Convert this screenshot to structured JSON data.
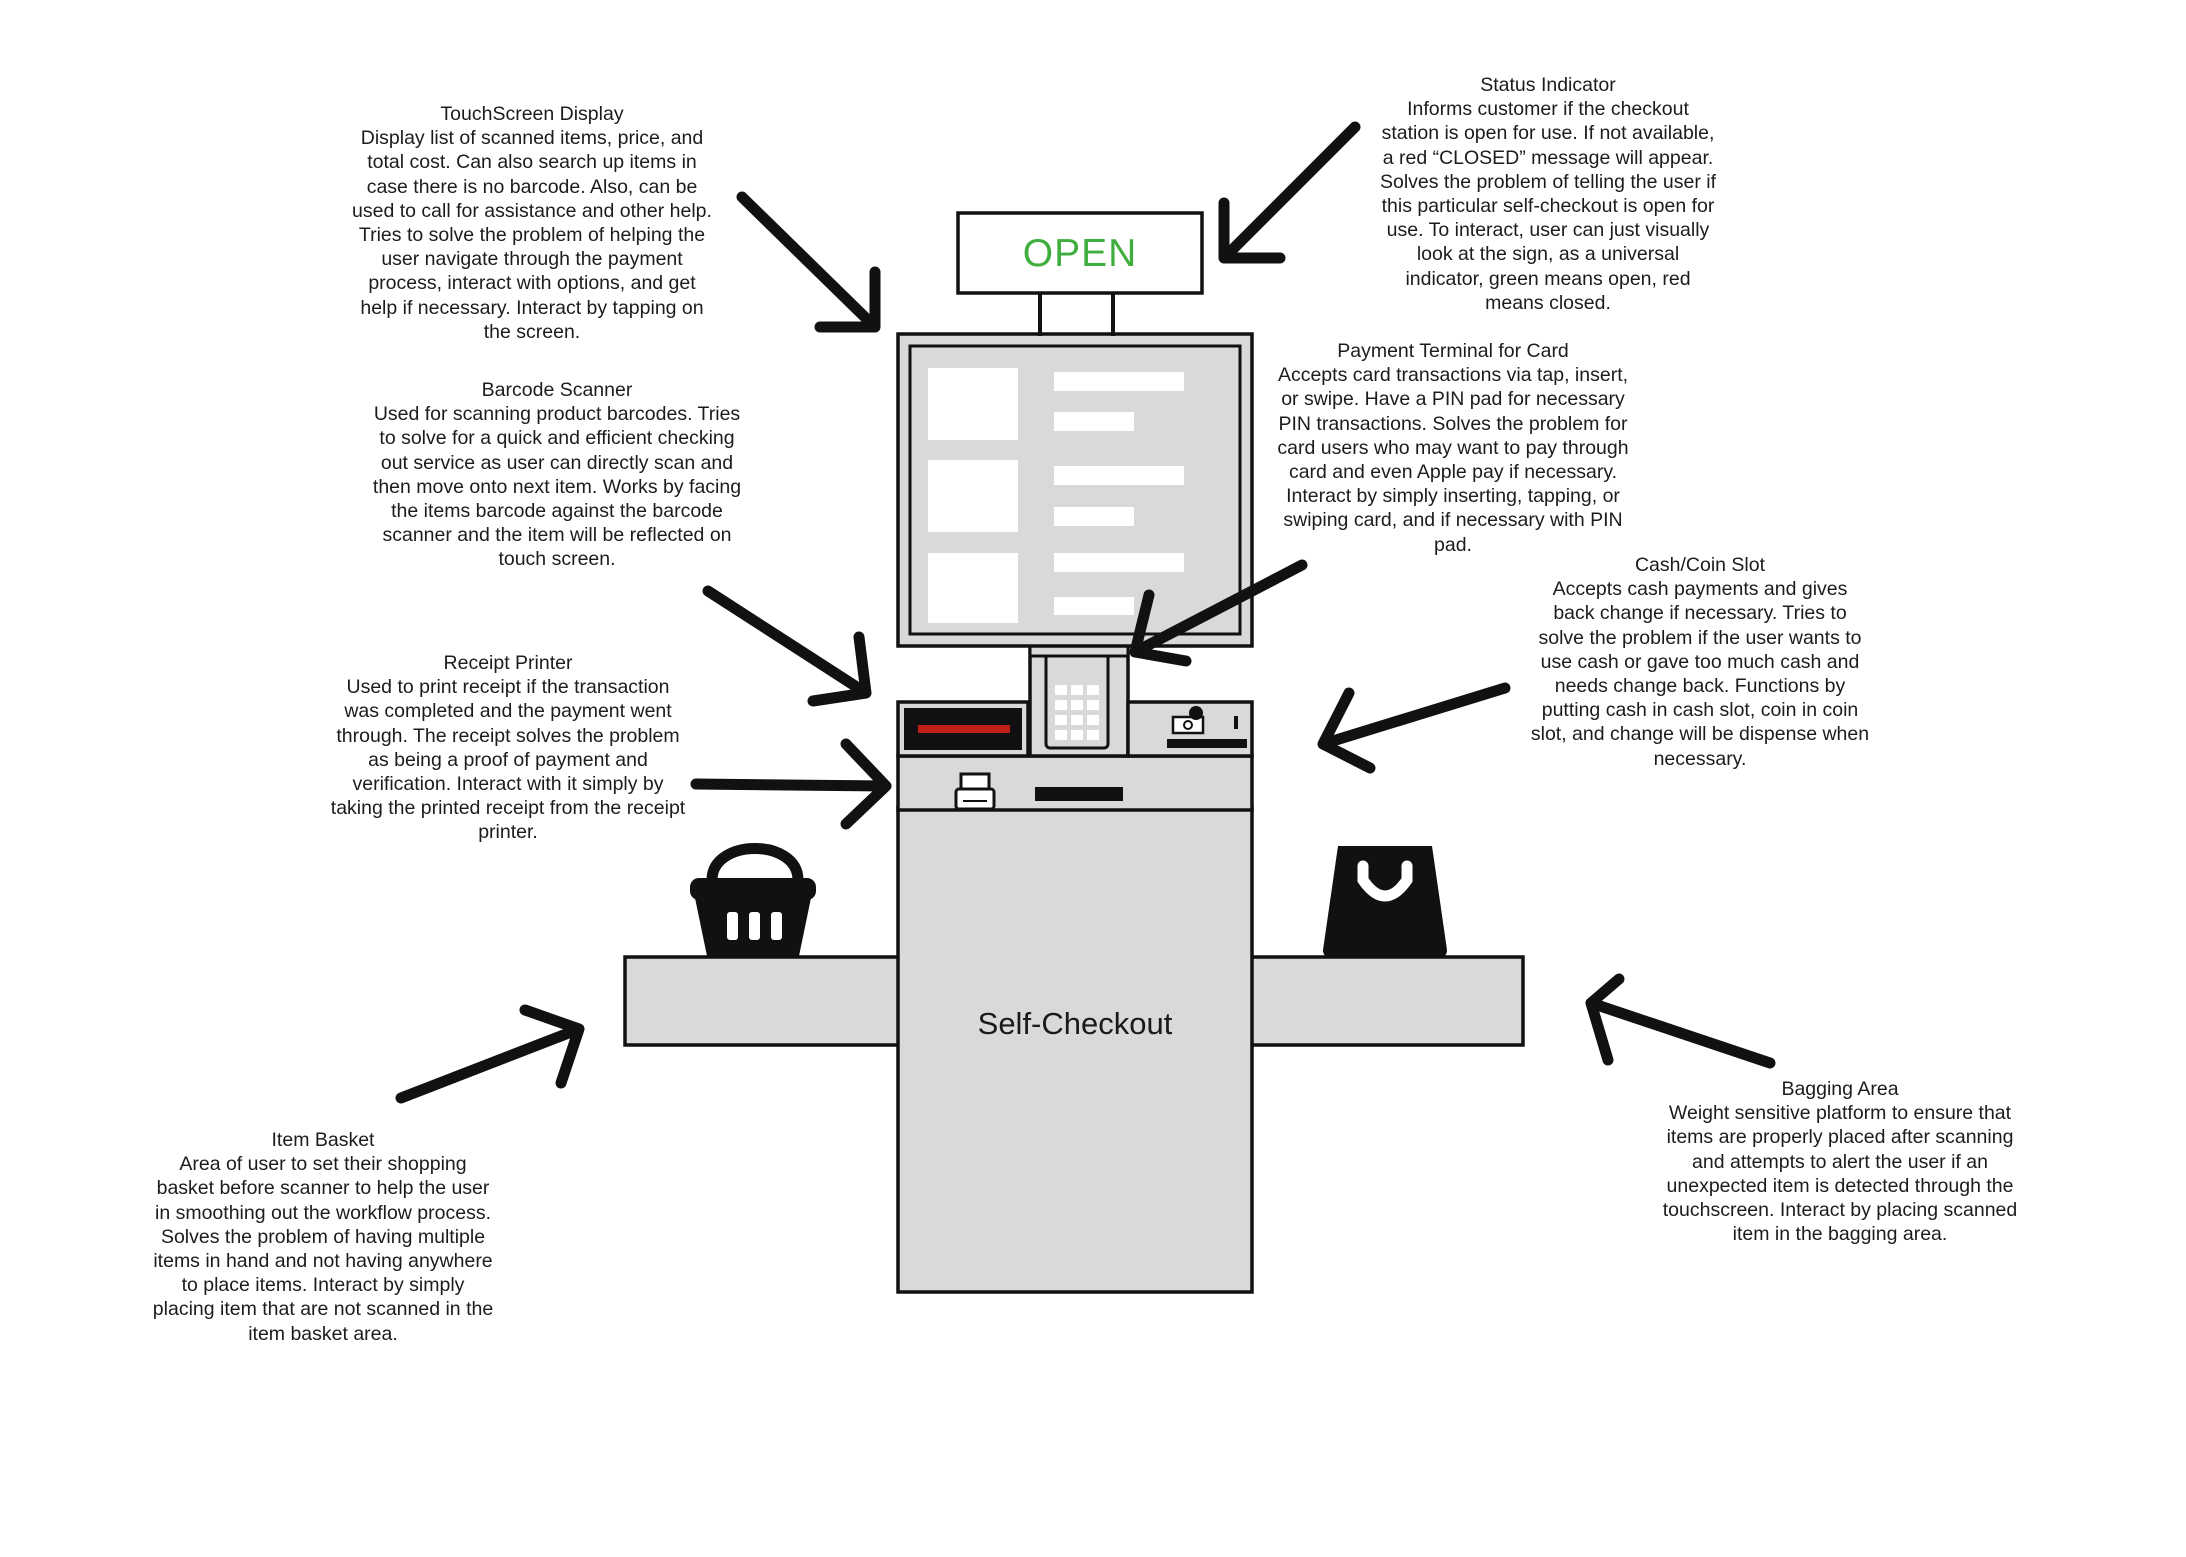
{
  "sign": {
    "open_label": "OPEN",
    "color": "#3fae3f"
  },
  "kiosk_label": "Self-Checkout",
  "colors": {
    "panel": "#d9d9d9",
    "stroke": "#111111",
    "red_slot": "#c0201a"
  },
  "icons": {
    "basket": "shopping-basket-icon",
    "bag": "shopping-bag-icon",
    "printer": "printer-icon",
    "cash": "cash-icon"
  },
  "annotations": {
    "touchscreen": {
      "title": "TouchScreen Display",
      "body": "Display list of scanned items, price, and total cost. Can also search up items in case there is no barcode. Also, can be used to call for assistance and other help. Tries to solve the problem of helping the user navigate through the payment process, interact with options, and get help if necessary. Interact by tapping on the screen."
    },
    "status": {
      "title": "Status Indicator",
      "body": "Informs customer if the checkout station is open for use. If not available, a red “CLOSED” message will appear. Solves the problem of telling the user if this particular self-checkout is open for use. To interact, user can just visually look at the sign, as a universal indicator, green means open, red means closed."
    },
    "barcode": {
      "title": "Barcode Scanner",
      "body": "Used for scanning product barcodes. Tries to solve for a quick and efficient checking out service as user can directly scan and then move onto next item. Works by facing the items barcode against the barcode scanner and the item will be reflected on touch screen."
    },
    "payment": {
      "title": "Payment Terminal for Card",
      "body": "Accepts card transactions via tap, insert, or swipe. Have a PIN pad for necessary PIN transactions. Solves the problem for card users who may want to pay through card and even Apple pay if necessary. Interact by simply inserting, tapping, or swiping card, and if necessary with PIN pad."
    },
    "cash": {
      "title": "Cash/Coin Slot",
      "body": "Accepts cash payments and gives back change if necessary. Tries to solve the problem if the user wants to use cash or gave too much cash and needs change back. Functions by putting cash in cash slot, coin in coin slot, and change will be dispense when necessary."
    },
    "receipt": {
      "title": "Receipt Printer",
      "body": "Used to print receipt if the transaction was completed and the payment went through. The receipt solves the problem as being a proof of payment and verification. Interact with it simply by taking the printed receipt from the receipt printer."
    },
    "bagging": {
      "title": "Bagging Area",
      "body": "Weight sensitive platform to ensure that items are properly placed after scanning and attempts to alert the user if an unexpected item is detected through the touchscreen. Interact by placing scanned item in the bagging area."
    },
    "basket": {
      "title": "Item Basket",
      "body": "Area of user to set their shopping basket before scanner to help the user in smoothing out the workflow process. Solves the problem of having multiple items in hand and not having anywhere to place items. Interact by simply placing item that are not scanned in the item basket area."
    }
  }
}
